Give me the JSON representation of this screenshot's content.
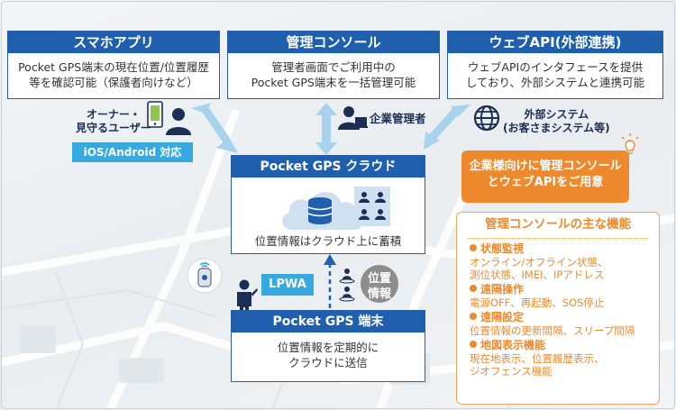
{
  "boxes": {
    "smartphone_app": {
      "title": "スマホアプリ",
      "desc_line1": "Pocket GPS端末の現在位置/位置履歴",
      "desc_line2": "等を確認可能（保護者向けなど）"
    },
    "admin_console": {
      "title": "管理コンソール",
      "desc_line1": "管理者画面でご利用中の",
      "desc_line2": "Pocket GPS端末を一括管理可能"
    },
    "web_api": {
      "title": "ウェブAPI(外部連携)",
      "desc_line1": "ウェブAPIのインタフェースを提供",
      "desc_line2": "しており、外部システムと連携可能"
    },
    "cloud": {
      "title": "Pocket GPS クラウド",
      "desc": "位置情報はクラウド上に蓄積"
    },
    "terminal": {
      "title": "Pocket GPS 端末",
      "desc_line1": "位置情報を定期的に",
      "desc_line2": "クラウドに送信"
    }
  },
  "labels": {
    "owner_line1": "オーナー・",
    "owner_line2": "見守るユーザー",
    "os_badge": "iOS/Android 対応",
    "corporate_admin": "企業管理者",
    "external_line1": "外部システム",
    "external_line2": "(お客さまシステム等)",
    "lpwa": "LPWA",
    "position_line1": "位置",
    "position_line2": "情報"
  },
  "callout": {
    "line1": "企業様向けに管理コンソール",
    "line2": "とウェブAPIをご用意"
  },
  "functions": {
    "title": "管理コンソールの主な機能",
    "items": [
      {
        "title": "状態監視",
        "desc": [
          "オンライン/オフライン状態、",
          "測位状態、IMEI、IPアドレス"
        ]
      },
      {
        "title": "遠隔操作",
        "desc": [
          "電源OFF、再起動、SOS停止"
        ]
      },
      {
        "title": "遠隔設定",
        "desc": [
          "位置情報の更新間隔、スリープ間隔"
        ]
      },
      {
        "title": "地図表示機能",
        "desc": [
          "現在地表示、位置履歴表示、",
          "ジオフェンス機能"
        ]
      }
    ]
  },
  "colors": {
    "header_blue": "#1f5fae",
    "light_blue": "#36a9e1",
    "orange": "#ee8a2d",
    "navy": "#1b2f55"
  }
}
